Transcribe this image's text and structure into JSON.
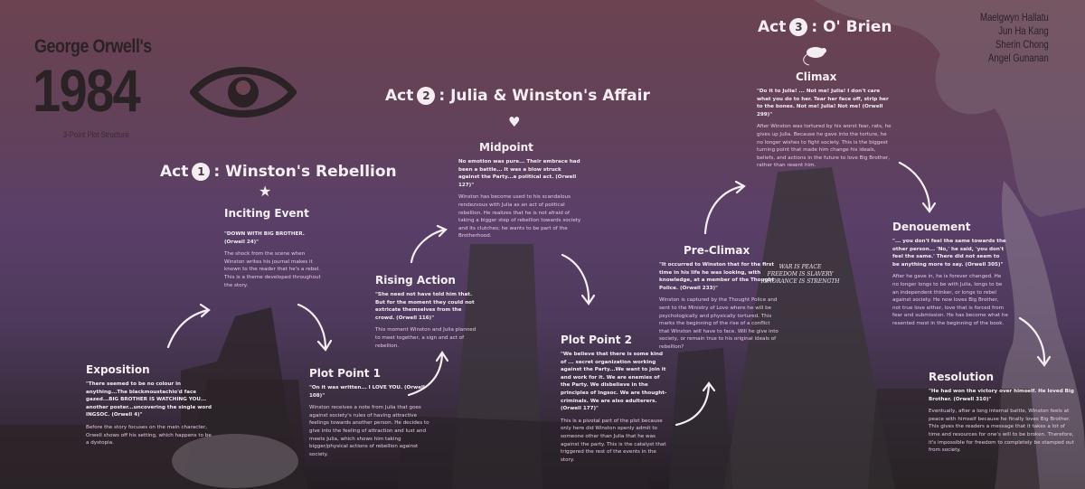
{
  "header": {
    "pre_title": "George Orwell's",
    "title": "1984",
    "subtitle": "3-Point Plot Structure"
  },
  "authors": [
    "Maelgwyn Hallatu",
    "Jun Ha Kang",
    "Sherin Chong",
    "Angel Gunanan"
  ],
  "acts": [
    {
      "prefix": "Act",
      "number": "1",
      "title": ": Winston's Rebellion",
      "icon": "star-icon"
    },
    {
      "prefix": "Act",
      "number": "2",
      "title": ": Julia & Winston's Affair",
      "icon": "heart-icon"
    },
    {
      "prefix": "Act",
      "number": "3",
      "title": ": O' Brien",
      "icon": "rat-icon"
    }
  ],
  "slogan": [
    "WAR IS PEACE",
    "FREEDOM IS SLAVERY",
    "IGNORANCE IS STRENGTH"
  ],
  "events": {
    "exposition": {
      "heading": "Exposition",
      "quote": "\"There seemed to be no colour in anything...The blackmoustachio'd face gazed...BIG BROTHER IS WATCHING YOU... another poster...uncovering the single word INGSOC. (Orwell 4)\"",
      "body": "Before the story focuses on the main character, Orwell shows off his setting, which happens to be a dystopia."
    },
    "inciting": {
      "heading": "Inciting Event",
      "quote": "\"DOWN WITH BIG BROTHER. (Orwell 24)\"",
      "body": "The shock from the scene when Winston writes his journal makes it known to the reader that he's a rebel. This is a theme developed throughout the story."
    },
    "plot_point_1": {
      "heading": "Plot Point 1",
      "quote": "\"On it was written... I LOVE YOU. (Orwell 108)\"",
      "body": "Winston receives a note from Julia that goes against society's rules of having attractive feelings towards another person. He decides to give into the feeling of attraction and lust and meets Julia, which shows him taking bigger/physical actions of rebellion against society."
    },
    "rising_action": {
      "heading": "Rising Action",
      "quote": "\"She need not have told him that. But for the moment they could not extricate themselves from the crowd. (Orwell 116)\"",
      "body": "This moment Winston and Julia planned to meet together, a sign and act of rebellion."
    },
    "midpoint": {
      "heading": "Midpoint",
      "quote": "No emotion was pure... Their embrace had been a battle... It was a blow struck against the Party...a political act. (Orwell 127)\"",
      "body": "Winston has become used to his scandalous rendezvous with Julia as an act of political rebellion. He realizes that he is not afraid of taking a bigger step of rebellion towards society and its clutches; he wants to be part of the Brotherhood."
    },
    "plot_point_2": {
      "heading": "Plot Point 2",
      "quote": "\"We believe that there is some kind of ... secret organization working against the Party...We want to join it and work for it. We are enemies of the Party. We disbelieve in the principles of Ingsoc. We are thought-criminals. We are also adulterers. (Orwell 177)\"",
      "body": "This is a pivotal part of the plot because only here did Winston openly admit to someone other than Julia that he was against the party. This is the catalyst that triggered the rest of the events in the story."
    },
    "pre_climax": {
      "heading": "Pre-Climax",
      "quote": "\"It occurred to Winston that for the first time in his life he was looking, with knowledge, at a member of the Thought Police. (Orwell 233)\"",
      "body": "Winston is captured by the Thought Police and sent to the Ministry of Love where he will be psychologically and physically tortured. This marks the beginning of the rise of a conflict that Winston will have to face. Will he give into society, or remain true to his original ideals of rebellion?"
    },
    "climax": {
      "heading": "Climax",
      "quote": "\"Do it to Julia! ... Not me! Julia! I don't care what you do to her. Tear her face off, strip her to the bones. Not me! Julia! Not me! (Orwell 299)\"",
      "body": "After Winston was tortured by his worst fear, rats, he gives up Julia. Because he gave into the torture, he no longer wishes to fight society. This is the biggest turning point that made him change his ideals, beliefs, and actions in the future to love Big Brother, rather than resent him."
    },
    "denouement": {
      "heading": "Denouement",
      "quote": "\"... you don't feel the same towards the other person... 'No,' he said, 'you don't feel the same.' There did not seem to be anything more to say. (Orwell 305)\"",
      "body": "After he gave in, he is forever changed. He no longer longs to be with Julia, longs to be an independent thinker, or longs to rebel against society. He now loves Big Brother, not true love either, love that is forced from fear and submission. He has become what he resented most in the beginning of the book."
    },
    "resolution": {
      "heading": "Resolution",
      "quote": "\"He had won the victory over himself. He loved Big Brother. (Orwell 310)\"",
      "body": "Eventually, after a long internal battle, Winston feels at peace with himself because he finally loves Big Brother. This gives the readers a message that it takes a lot of time and resources for one's will to be broken. Therefore, it's impossible for freedom to completely be stamped out from society."
    }
  }
}
